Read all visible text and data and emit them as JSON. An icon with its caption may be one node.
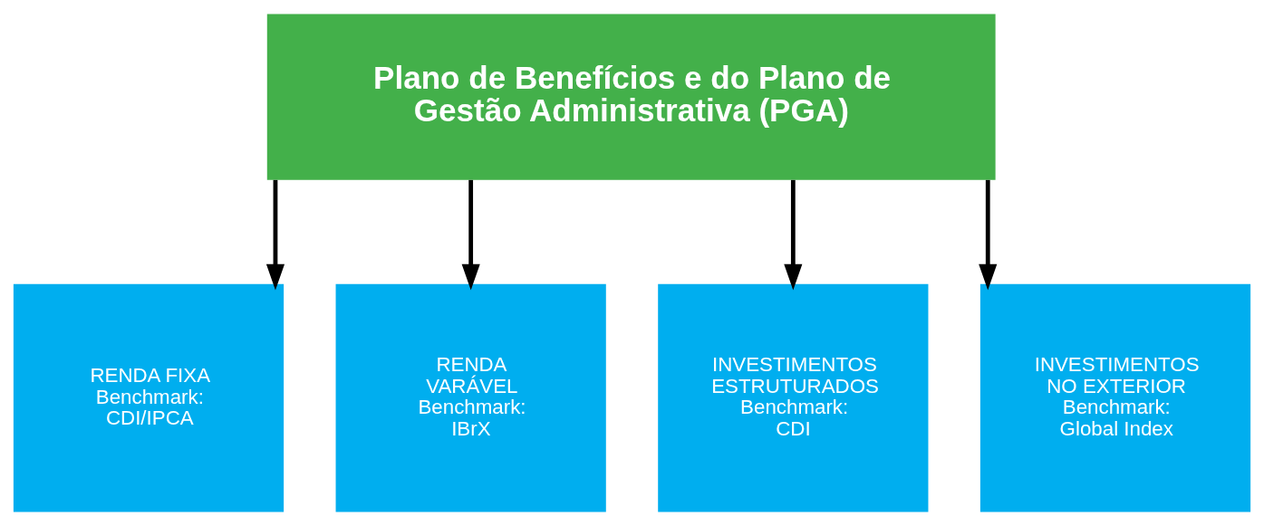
{
  "diagram": {
    "nodes": [
      {
        "text": [
          "Plano de Benefícios e do Plano de Gestão Administrativa (PGA)"
        ]
      },
      {
        "text": [
          "RENDA FIXA",
          "Benchmark: CDI/IPCA"
        ]
      },
      {
        "text": [
          "RENDA VARÁVEL",
          "Benchmark: IBrX"
        ]
      },
      {
        "text": [
          "INVESTIMENTOS ESTRUTURADOS",
          "Benchmark: CDI"
        ]
      },
      {
        "text": [
          "INVESTIMENTOS NO EXTERIOR",
          "Benchmark: Global Index"
        ]
      }
    ],
    "edges": [
      {
        "from": 0,
        "to": 1,
        "arrow": "to"
      },
      {
        "from": 0,
        "to": 2,
        "arrow": "to"
      },
      {
        "from": 0,
        "to": 3,
        "arrow": "to"
      },
      {
        "from": 0,
        "to": 4,
        "arrow": "to"
      }
    ]
  }
}
